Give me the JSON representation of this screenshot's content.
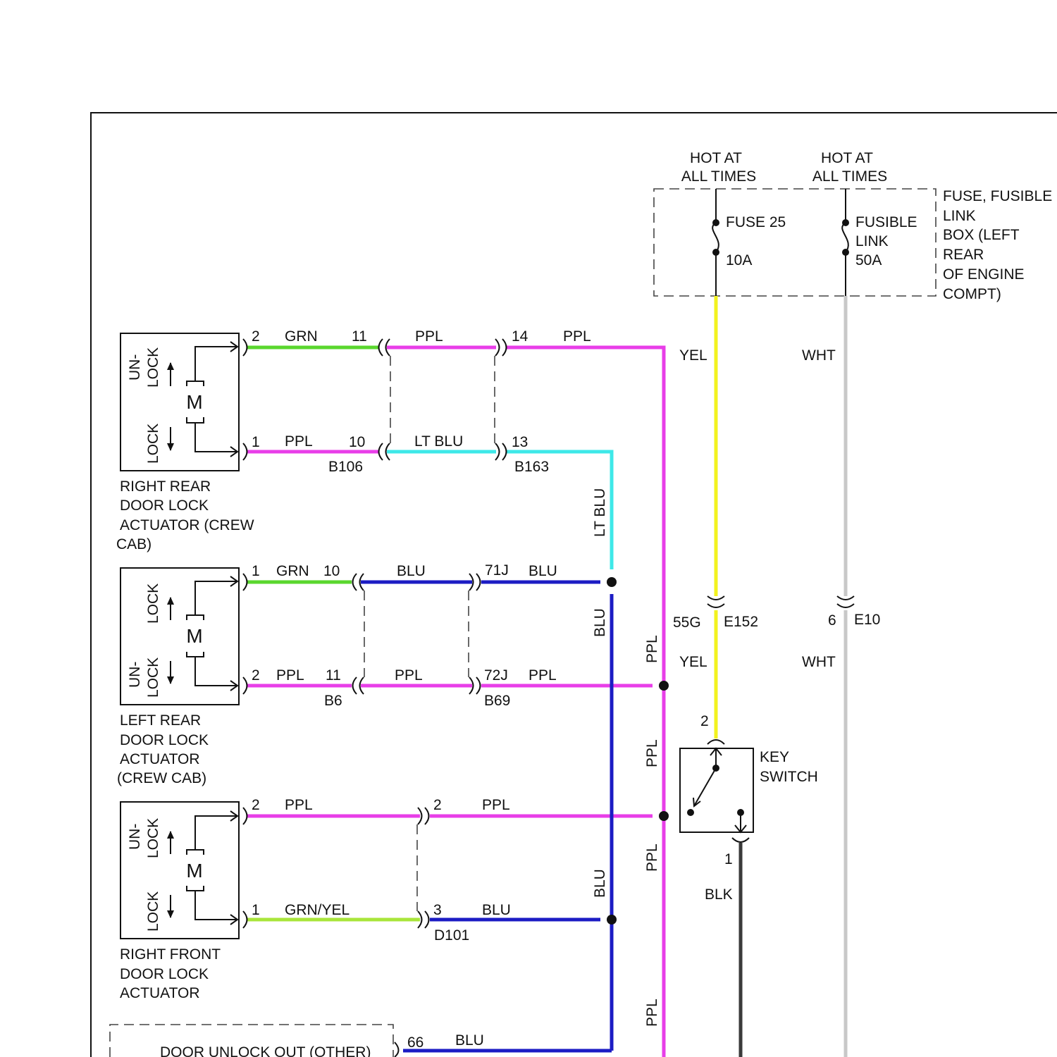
{
  "colors": {
    "GRN": "#5ad72e",
    "PPL": "#e83ee8",
    "LT_BLU": "#3ee8e8",
    "BLU": "#1c1cc4",
    "YEL": "#f2f21e",
    "WHT": "#c8c8c8",
    "BLK": "#3a3a3a",
    "GRN_YEL": "#a8e53a"
  },
  "power": {
    "hot1": [
      "HOT AT",
      "ALL TIMES"
    ],
    "hot2": [
      "HOT AT",
      "ALL TIMES"
    ],
    "fuse25": [
      "FUSE 25",
      "10A"
    ],
    "fusible": [
      "FUSIBLE",
      "LINK",
      "50A"
    ],
    "box_label": [
      "FUSE, FUSIBLE",
      "LINK",
      "BOX (LEFT",
      "REAR",
      "OF ENGINE",
      "COMPT)"
    ],
    "yel": "YEL",
    "wht": "WHT"
  },
  "actuators": [
    {
      "name": [
        "RIGHT REAR",
        "DOOR LOCK",
        "ACTUATOR (CREW",
        "CAB)"
      ],
      "top_label": [
        "UN-",
        "LOCK"
      ],
      "bottom_label": [
        "LOCK"
      ],
      "motor": "M",
      "top_wire": {
        "pin": "2",
        "color": "GRN",
        "pin2": "11",
        "color2": "PPL",
        "pin3": "14",
        "color3": "PPL"
      },
      "bottom_wire": {
        "pin": "1",
        "color": "PPL",
        "pin2": "10",
        "color2": "LT BLU",
        "pin3": "13"
      },
      "connectors": [
        "B106",
        "B163"
      ]
    },
    {
      "name": [
        "LEFT REAR",
        "DOOR LOCK",
        "ACTUATOR",
        "(CREW CAB)"
      ],
      "top_label": [
        "LOCK"
      ],
      "bottom_label": [
        "UN-",
        "LOCK"
      ],
      "motor": "M",
      "top_wire": {
        "pin": "1",
        "color": "GRN",
        "pin2": "10",
        "color2": "BLU",
        "pin3": "71J",
        "color3": "BLU"
      },
      "bottom_wire": {
        "pin": "2",
        "color": "PPL",
        "pin2": "11",
        "color2": "PPL",
        "pin3": "72J",
        "color3": "PPL"
      },
      "connectors": [
        "B6",
        "B69"
      ]
    },
    {
      "name": [
        "RIGHT FRONT",
        "DOOR LOCK",
        "ACTUATOR"
      ],
      "top_label": [
        "UN-",
        "LOCK"
      ],
      "bottom_label": [
        "LOCK"
      ],
      "motor": "M",
      "top_wire": {
        "pin": "2",
        "color": "PPL",
        "pin2": "2",
        "color2": "PPL"
      },
      "bottom_wire": {
        "pin": "1",
        "color": "GRN/YEL",
        "pin2": "3",
        "color2": "BLU"
      },
      "connectors": [
        "D101"
      ]
    }
  ],
  "vertical_labels": {
    "lt_blu": "LT BLU",
    "blu1": "BLU",
    "blu2": "BLU",
    "ppl1": "PPL",
    "ppl2": "PPL",
    "ppl3": "PPL",
    "ppl4": "PPL"
  },
  "junction_e152": {
    "pin": "55G",
    "conn": "E152",
    "wire": "YEL"
  },
  "junction_e10": {
    "pin": "6",
    "conn": "E10",
    "wire": "WHT"
  },
  "key_switch": {
    "label": [
      "KEY",
      "SWITCH"
    ],
    "pin_top": "2",
    "pin_bottom": "1",
    "wire_bottom": "BLK"
  },
  "door_unlock": {
    "label": "DOOR UNLOCK OUT (OTHER)",
    "pin": "66",
    "wire": "BLU"
  }
}
